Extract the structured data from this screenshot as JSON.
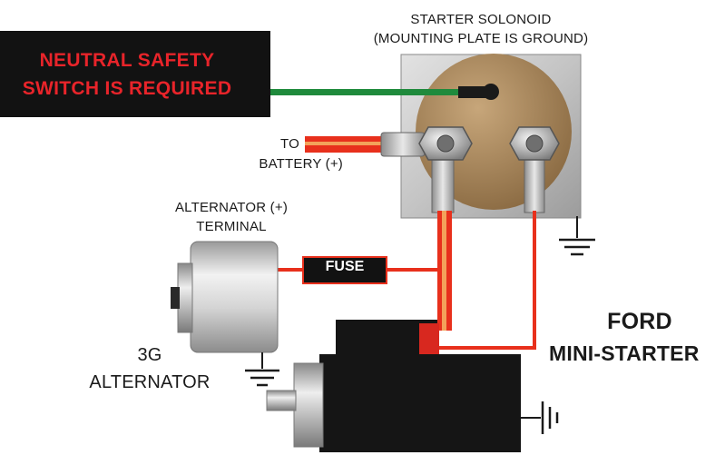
{
  "solenoid": {
    "title_line1": "STARTER SOLONOID",
    "title_line2": "(MOUNTING PLATE IS GROUND)"
  },
  "warning": {
    "line1": "NEUTRAL SAFETY",
    "line2": "SWITCH IS REQUIRED",
    "text_color": "#e8242a",
    "box_color": "#121212"
  },
  "battery": {
    "line1": "TO",
    "line2": "BATTERY (+)"
  },
  "alternator_terminal": {
    "line1": "ALTERNATOR (+)",
    "line2": "TERMINAL"
  },
  "fuse": {
    "label": "FUSE"
  },
  "alternator": {
    "line1": "3G",
    "line2": "ALTERNATOR"
  },
  "starter": {
    "line1": "FORD",
    "line2": "MINI-STARTER"
  },
  "colors": {
    "hot_wire": "#e8301c",
    "signal_wire": "#1f8a3c",
    "solenoid_disc": "#a9875c",
    "mount_plate": "#cfcfcf",
    "starter_body": "#151515"
  }
}
